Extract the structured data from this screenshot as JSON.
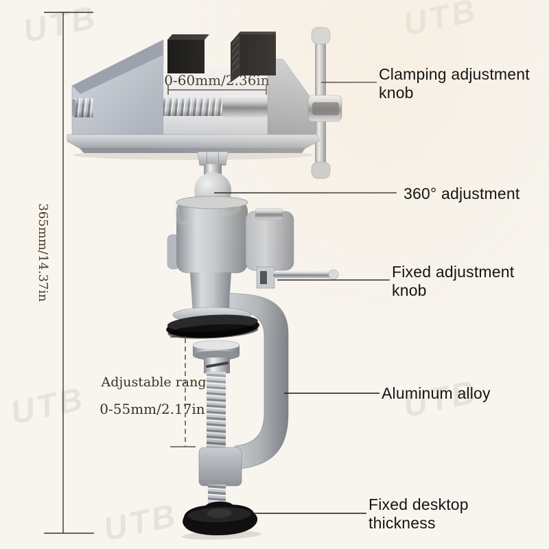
{
  "image": {
    "watermark_text": "UTB",
    "background": "#f8f5ef"
  },
  "dimensions": {
    "overall_height": "365mm/14.37in",
    "jaw_opening": "0-60mm/2.36in",
    "clamp_range_label": "Adjustable rang",
    "clamp_range_value": "0-55mm/2.17in"
  },
  "callouts": {
    "clamping_knob": {
      "line1": "Clamping adjustment",
      "line2": "knob"
    },
    "swivel": {
      "line1": "360° adjustment"
    },
    "fixed_knob": {
      "line1": "Fixed adjustment",
      "line2": "knob"
    },
    "material": {
      "line1": "Aluminum alloy"
    },
    "desktop": {
      "line1": "Fixed desktop",
      "line2": "thickness"
    }
  },
  "colors": {
    "annotation_text": "#141414",
    "dimension_text": "#46392a",
    "leader_line": "#1a1a1a",
    "body_silver": "#b9bec6",
    "rubber_black": "#131313"
  }
}
